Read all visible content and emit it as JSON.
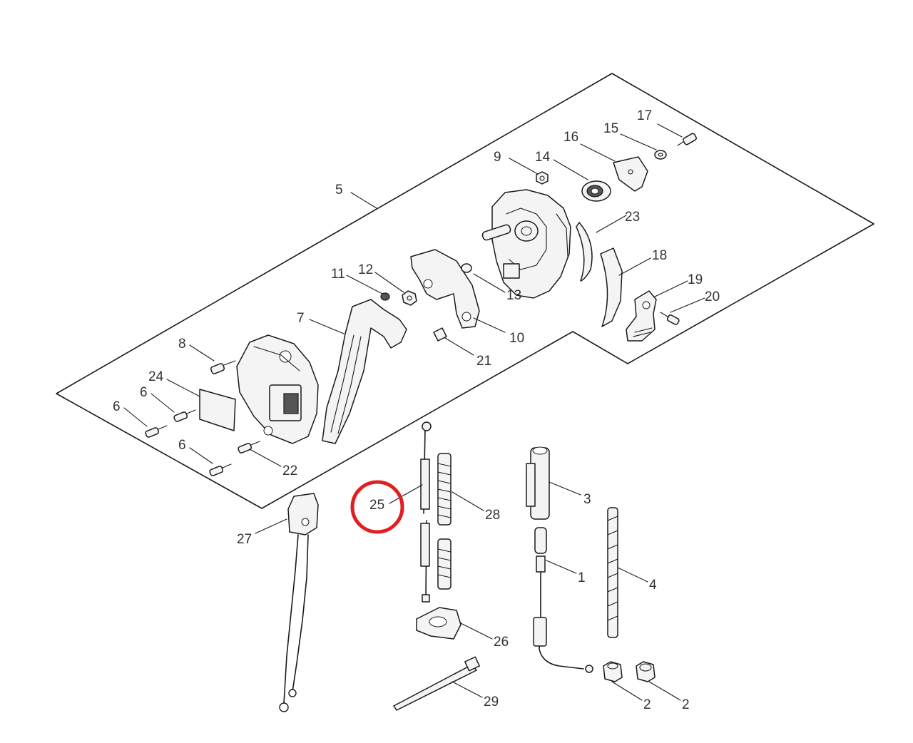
{
  "diagram": {
    "labels": {
      "p1": "1",
      "p2a": "2",
      "p2b": "2",
      "p3": "3",
      "p4": "4",
      "p5": "5",
      "p6a": "6",
      "p6b": "6",
      "p6c": "6",
      "p7": "7",
      "p8": "8",
      "p9": "9",
      "p10": "10",
      "p11": "11",
      "p12": "12",
      "p13": "13",
      "p14": "14",
      "p15": "15",
      "p16": "16",
      "p17": "17",
      "p18": "18",
      "p19": "19",
      "p20": "20",
      "p21": "21",
      "p22": "22",
      "p23": "23",
      "p24": "24",
      "p25": "25",
      "p26": "26",
      "p27": "27",
      "p28": "28",
      "p29": "29"
    },
    "highlight_color": "#e02020"
  }
}
